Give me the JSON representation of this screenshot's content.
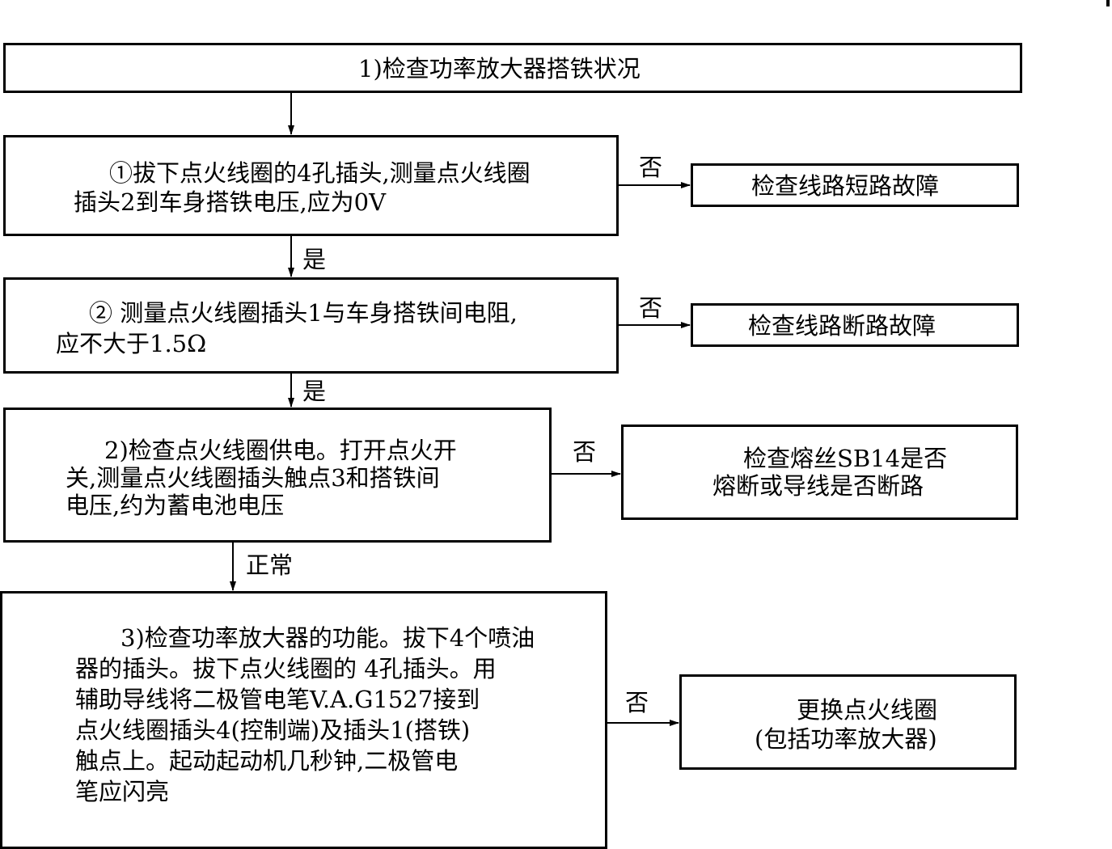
{
  "step1": {
    "title": "1)检查功率放大器搭铁状况"
  },
  "step1a": {
    "lines": [
      "①拔下点火线圈的4孔插头,测量点火线圈",
      "插头2到车身搭铁电压,应为0V"
    ]
  },
  "step1b": {
    "lines": [
      "② 测量点火线圈插头1与车身搭铁间电阻,",
      "应不大于1.5Ω"
    ]
  },
  "step2": {
    "lines": [
      "2)检查点火线圈供电。打开点火开",
      "关,测量点火线圈插头触点3和搭铁间",
      "电压,约为蓄电池电压"
    ]
  },
  "step3": {
    "lines": [
      "3)检查功率放大器的功能。拔下4个喷油",
      "器的插头。拔下点火线圈的 4孔插头。用",
      "辅助导线将二极管电笔V.A.G1527接到",
      "点火线圈插头4(控制端)及插头1(搭铁)",
      "触点上。起动起动机几秒钟,二极管电",
      "笔应闪亮"
    ]
  },
  "result1": {
    "text": "检查线路短路故障"
  },
  "result2": {
    "text": "检查线路断路故障"
  },
  "result3": {
    "lines": [
      "检查熔丝SB14是否",
      "熔断或导线是否断路"
    ]
  },
  "result4": {
    "lines": [
      "更换点火线圈",
      "(包括功率放大器)"
    ]
  },
  "labels": {
    "yes1": "是",
    "yes2": "是",
    "normal": "正常",
    "no1": "否",
    "no2": "否",
    "no3": "否",
    "no4": "否"
  }
}
